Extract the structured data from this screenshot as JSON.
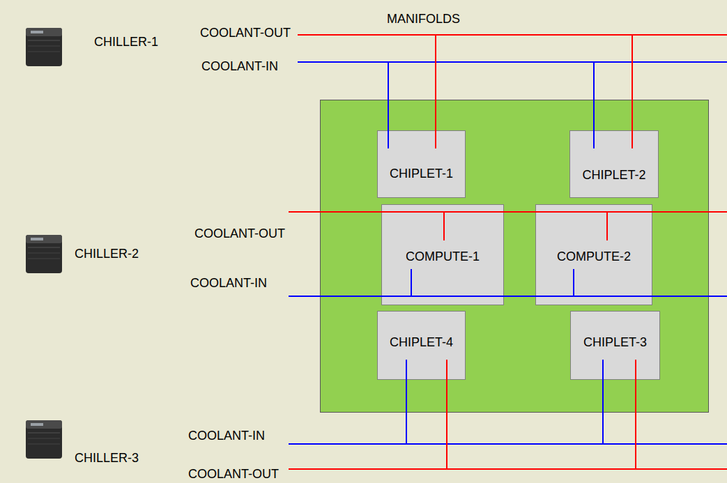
{
  "diagram": {
    "nodes": [
      {
        "text": [
          "CHIPLET-1"
        ]
      },
      {
        "text": [
          "CHIPLET-2"
        ]
      },
      {
        "text": [
          "COMPUTE-1"
        ]
      },
      {
        "text": [
          "COMPUTE-2"
        ]
      },
      {
        "text": [
          "CHIPLET-4"
        ]
      },
      {
        "text": [
          "CHIPLET-3"
        ]
      }
    ],
    "labels": [
      "MANIFOLDS",
      "CHILLER-1",
      "COOLANT-OUT",
      "COOLANT-IN",
      "COOLANT-OUT",
      "CHILLER-2",
      "COOLANT-IN",
      "COOLANT-IN",
      "CHILLER-3",
      "COOLANT-OUT"
    ]
  }
}
